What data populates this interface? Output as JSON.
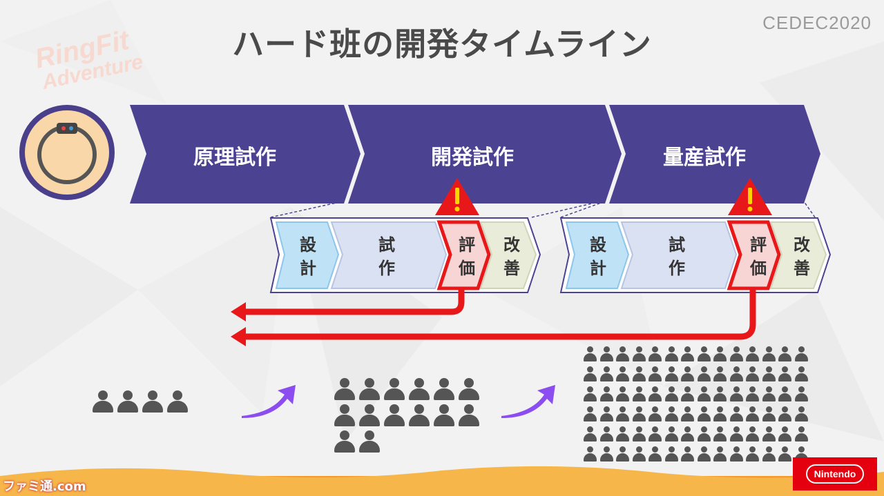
{
  "slide": {
    "title": "ハード班の開発タイムライン",
    "event_logo": "CEDEC2020",
    "game_logo_line1": "RingFit",
    "game_logo_line2": "Adventure"
  },
  "phases": [
    {
      "label": "原理試作"
    },
    {
      "label": "開発試作"
    },
    {
      "label": "量産試作"
    }
  ],
  "steps_group_1": [
    "設\n計",
    "試\n作",
    "評\n価",
    "改\n善"
  ],
  "steps_group_2": [
    "設\n計",
    "試\n作",
    "評\n価",
    "改\n善"
  ],
  "team_sizes": {
    "stage1": 4,
    "stage2": 14,
    "stage3": 84
  },
  "footer": {
    "watermark": "ファミ通.com",
    "brand": "Nintendo"
  },
  "colors": {
    "phase": "#4b4292",
    "design": "#bfe2f6",
    "prototype": "#d9e1f2",
    "evaluate": "#f8d5d5",
    "improve": "#e9ecd9",
    "alert": "#e8181a",
    "growth_arrow": "#8c4df0"
  },
  "icons": [
    "warning-icon",
    "person-icon",
    "ring-con-icon",
    "growth-arrow-icon"
  ]
}
